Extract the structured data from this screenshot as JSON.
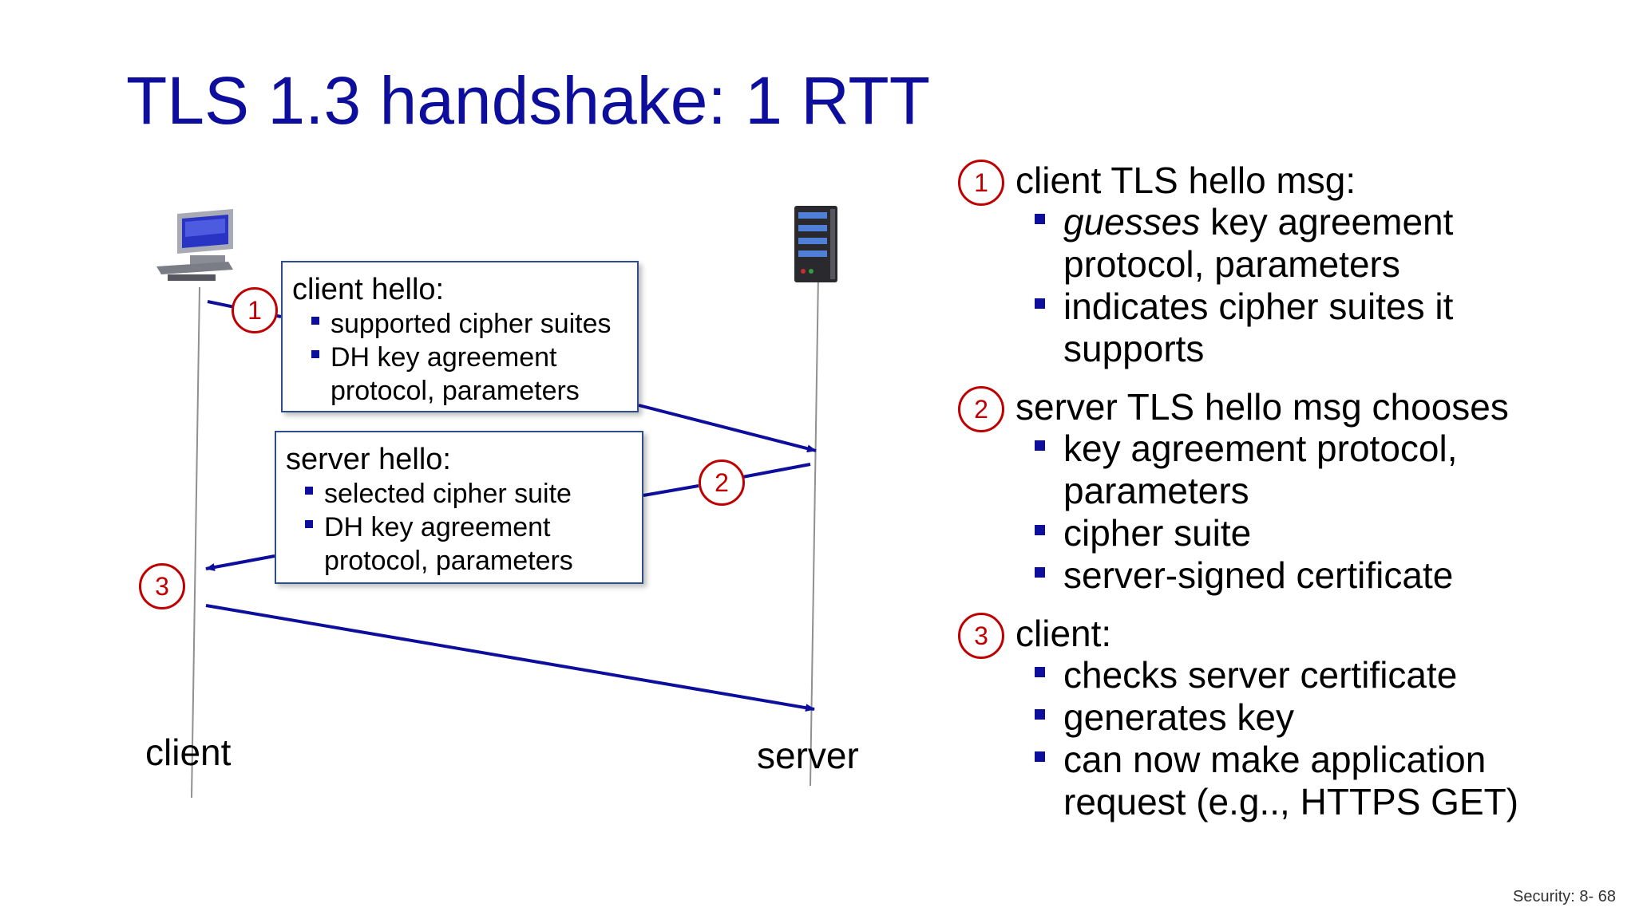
{
  "title": "TLS 1.3 handshake: 1 RTT",
  "diagram": {
    "client_label": "client",
    "server_label": "server",
    "client_hello": {
      "heading": "client hello:",
      "items": [
        "supported cipher suites",
        "DH key agreement protocol, parameters"
      ]
    },
    "server_hello": {
      "heading": "server hello:",
      "items": [
        "selected cipher suite",
        "DH key agreement protocol, parameters"
      ]
    },
    "markers": [
      "1",
      "2",
      "3"
    ]
  },
  "notes": [
    {
      "num": "1",
      "heading": "client TLS hello msg:",
      "items": [
        {
          "em": "guesses",
          "text": " key agreement protocol, parameters"
        },
        {
          "em": "",
          "text": "indicates cipher suites it supports"
        }
      ]
    },
    {
      "num": "2",
      "heading": "server TLS hello msg chooses",
      "items": [
        {
          "em": "",
          "text": "key agreement protocol, parameters"
        },
        {
          "em": "",
          "text": "cipher suite"
        },
        {
          "em": "",
          "text": "server-signed certificate"
        }
      ]
    },
    {
      "num": "3",
      "heading": "client:",
      "items": [
        {
          "em": "",
          "text": "checks server certificate"
        },
        {
          "em": "",
          "text": "generates key"
        },
        {
          "em": "",
          "text": "can now make application request (e.g.., HTTPS GET)"
        }
      ]
    }
  ],
  "footer": "Security: 8- 68",
  "colors": {
    "title": "#0e0e9c",
    "arrow": "#0e0e9c",
    "marker": "#c00000"
  },
  "icons": {
    "client": "desktop-computer-icon",
    "server": "server-tower-icon"
  }
}
